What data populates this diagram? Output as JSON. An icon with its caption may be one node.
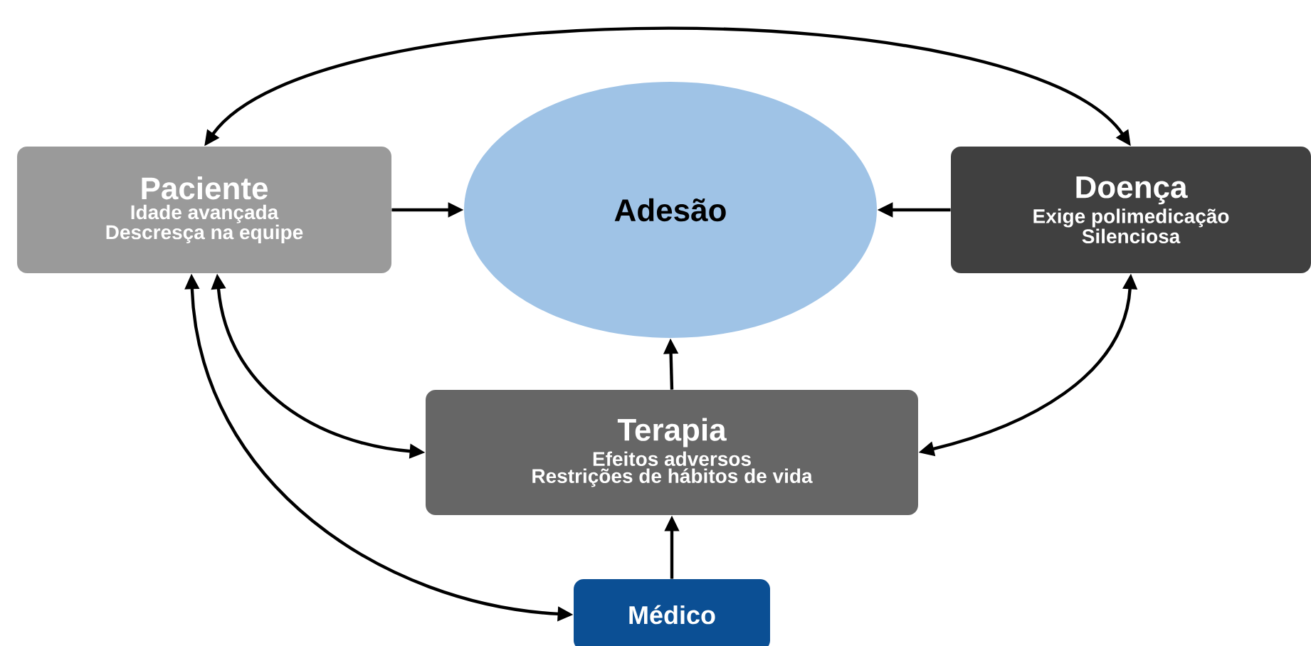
{
  "diagram": {
    "nodes": [
      {
        "text": [
          "Paciente",
          "Idade avançada",
          "Descresça na equipe"
        ]
      },
      {
        "text": [
          "Adesão"
        ]
      },
      {
        "text": [
          "Doença",
          "Exige polimedicação",
          "Silenciosa"
        ]
      },
      {
        "text": [
          "Terapia",
          "Efeitos adversos",
          "Restrições de hábitos de vida"
        ]
      },
      {
        "text": [
          "Médico"
        ]
      }
    ],
    "edges": [
      {
        "from": 0,
        "to": 1,
        "arrow": "to"
      },
      {
        "from": 2,
        "to": 1,
        "arrow": "to"
      },
      {
        "from": 3,
        "to": 1,
        "arrow": "to"
      },
      {
        "from": 4,
        "to": 3,
        "arrow": "to"
      },
      {
        "from": 0,
        "to": 2,
        "arrow": "both"
      },
      {
        "from": 0,
        "to": 3,
        "arrow": "both"
      },
      {
        "from": 0,
        "to": 4,
        "arrow": "both"
      },
      {
        "from": 2,
        "to": 3,
        "arrow": "both"
      }
    ]
  }
}
